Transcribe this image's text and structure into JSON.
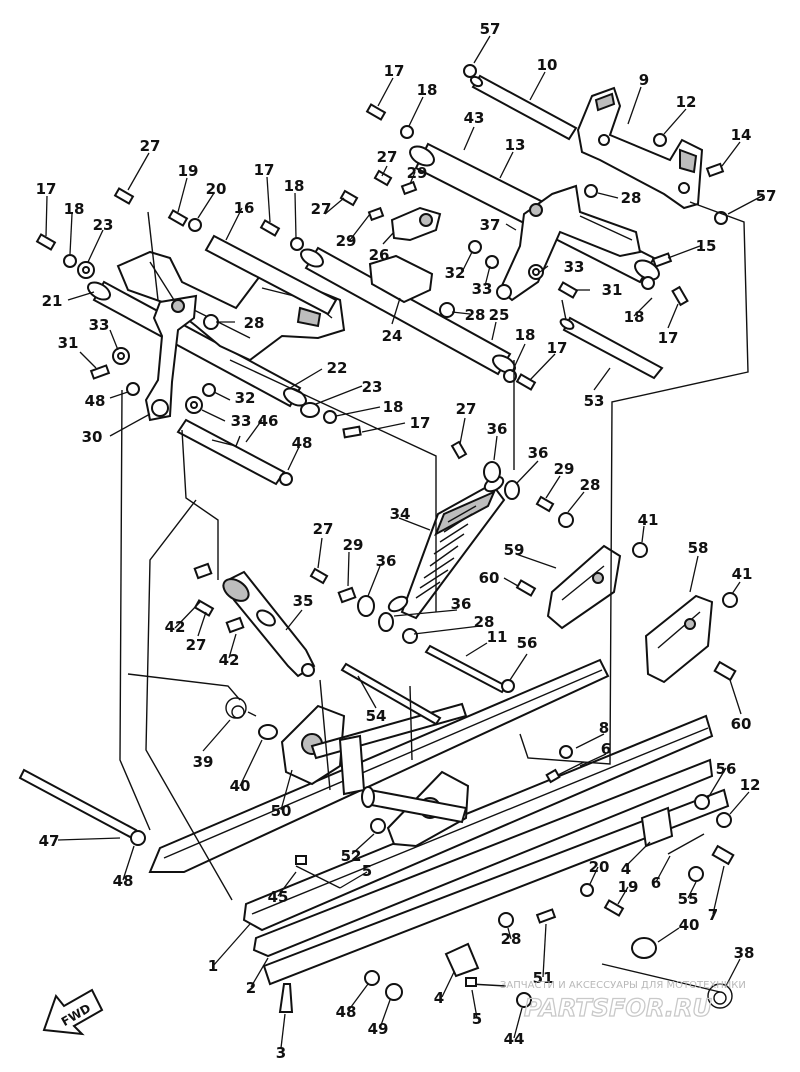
{
  "diagram": {
    "callouts": [
      {
        "id": "c57a",
        "label": "57"
      },
      {
        "id": "c10",
        "label": "10"
      },
      {
        "id": "c17a",
        "label": "17"
      },
      {
        "id": "c18a",
        "label": "18"
      },
      {
        "id": "c9",
        "label": "9"
      },
      {
        "id": "c43",
        "label": "43"
      },
      {
        "id": "c12a",
        "label": "12"
      },
      {
        "id": "c14",
        "label": "14"
      },
      {
        "id": "c13",
        "label": "13"
      },
      {
        "id": "c27a",
        "label": "27"
      },
      {
        "id": "c29a",
        "label": "29"
      },
      {
        "id": "c28a",
        "label": "28"
      },
      {
        "id": "c57b",
        "label": "57"
      },
      {
        "id": "c27b",
        "label": "27"
      },
      {
        "id": "c19a",
        "label": "19"
      },
      {
        "id": "c20a",
        "label": "20"
      },
      {
        "id": "c17b",
        "label": "17"
      },
      {
        "id": "c18b",
        "label": "18"
      },
      {
        "id": "c27c",
        "label": "27"
      },
      {
        "id": "c37",
        "label": "37"
      },
      {
        "id": "c17c",
        "label": "17"
      },
      {
        "id": "c18c",
        "label": "18"
      },
      {
        "id": "c23a",
        "label": "23"
      },
      {
        "id": "c16",
        "label": "16"
      },
      {
        "id": "c29b",
        "label": "29"
      },
      {
        "id": "c26",
        "label": "26"
      },
      {
        "id": "c15",
        "label": "15"
      },
      {
        "id": "c32a",
        "label": "32"
      },
      {
        "id": "c33a",
        "label": "33"
      },
      {
        "id": "c33b",
        "label": "33"
      },
      {
        "id": "c31a",
        "label": "31"
      },
      {
        "id": "c21",
        "label": "21"
      },
      {
        "id": "c28b",
        "label": "28"
      },
      {
        "id": "c28c",
        "label": "28"
      },
      {
        "id": "c25",
        "label": "25"
      },
      {
        "id": "c18d",
        "label": "18"
      },
      {
        "id": "c17d",
        "label": "17"
      },
      {
        "id": "c33c",
        "label": "33"
      },
      {
        "id": "c24",
        "label": "24"
      },
      {
        "id": "c31b",
        "label": "31"
      },
      {
        "id": "c18e",
        "label": "18"
      },
      {
        "id": "c17e",
        "label": "17"
      },
      {
        "id": "c22",
        "label": "22"
      },
      {
        "id": "c53",
        "label": "53"
      },
      {
        "id": "c32b",
        "label": "32"
      },
      {
        "id": "c23b",
        "label": "23"
      },
      {
        "id": "c48a",
        "label": "48"
      },
      {
        "id": "c18f",
        "label": "18"
      },
      {
        "id": "c33d",
        "label": "33"
      },
      {
        "id": "c46",
        "label": "46"
      },
      {
        "id": "c17f",
        "label": "17"
      },
      {
        "id": "c30",
        "label": "30"
      },
      {
        "id": "c48b",
        "label": "48"
      },
      {
        "id": "c27d",
        "label": "27"
      },
      {
        "id": "c36a",
        "label": "36"
      },
      {
        "id": "c36b",
        "label": "36"
      },
      {
        "id": "c29c",
        "label": "29"
      },
      {
        "id": "c28d",
        "label": "28"
      },
      {
        "id": "c34",
        "label": "34"
      },
      {
        "id": "c41a",
        "label": "41"
      },
      {
        "id": "c27e",
        "label": "27"
      },
      {
        "id": "c29d",
        "label": "29"
      },
      {
        "id": "c59",
        "label": "59"
      },
      {
        "id": "c58",
        "label": "58"
      },
      {
        "id": "c36c",
        "label": "36"
      },
      {
        "id": "c60a",
        "label": "60"
      },
      {
        "id": "c41b",
        "label": "41"
      },
      {
        "id": "c35",
        "label": "35"
      },
      {
        "id": "c36d",
        "label": "36"
      },
      {
        "id": "c42a",
        "label": "42"
      },
      {
        "id": "c27f",
        "label": "27"
      },
      {
        "id": "c28e",
        "label": "28"
      },
      {
        "id": "c11",
        "label": "11"
      },
      {
        "id": "c42b",
        "label": "42"
      },
      {
        "id": "c56a",
        "label": "56"
      },
      {
        "id": "c60b",
        "label": "60"
      },
      {
        "id": "c54",
        "label": "54"
      },
      {
        "id": "c8",
        "label": "8"
      },
      {
        "id": "c6a",
        "label": "6"
      },
      {
        "id": "c39",
        "label": "39"
      },
      {
        "id": "c40a",
        "label": "40"
      },
      {
        "id": "c56b",
        "label": "56"
      },
      {
        "id": "c12b",
        "label": "12"
      },
      {
        "id": "c50",
        "label": "50"
      },
      {
        "id": "c47",
        "label": "47"
      },
      {
        "id": "c48c",
        "label": "48"
      },
      {
        "id": "c52",
        "label": "52"
      },
      {
        "id": "c4a",
        "label": "4"
      },
      {
        "id": "c20b",
        "label": "20"
      },
      {
        "id": "c6b",
        "label": "6"
      },
      {
        "id": "c45",
        "label": "45"
      },
      {
        "id": "c5a",
        "label": "5"
      },
      {
        "id": "c55",
        "label": "55"
      },
      {
        "id": "c19b",
        "label": "19"
      },
      {
        "id": "c7",
        "label": "7"
      },
      {
        "id": "c40b",
        "label": "40"
      },
      {
        "id": "c1",
        "label": "1"
      },
      {
        "id": "c28f",
        "label": "28"
      },
      {
        "id": "c2",
        "label": "2"
      },
      {
        "id": "c51",
        "label": "51"
      },
      {
        "id": "c38",
        "label": "38"
      },
      {
        "id": "c4b",
        "label": "4"
      },
      {
        "id": "c48d",
        "label": "48"
      },
      {
        "id": "c49",
        "label": "49"
      },
      {
        "id": "c5b",
        "label": "5"
      },
      {
        "id": "c44",
        "label": "44"
      },
      {
        "id": "c3",
        "label": "3"
      }
    ],
    "forward_badge": "FWD",
    "watermark": {
      "caption": "ЗАПЧАСТИ И АКСЕССУАРЫ ДЛЯ МОТОТЕХНИКИ",
      "logo": "PARTSFOR.RU"
    }
  }
}
